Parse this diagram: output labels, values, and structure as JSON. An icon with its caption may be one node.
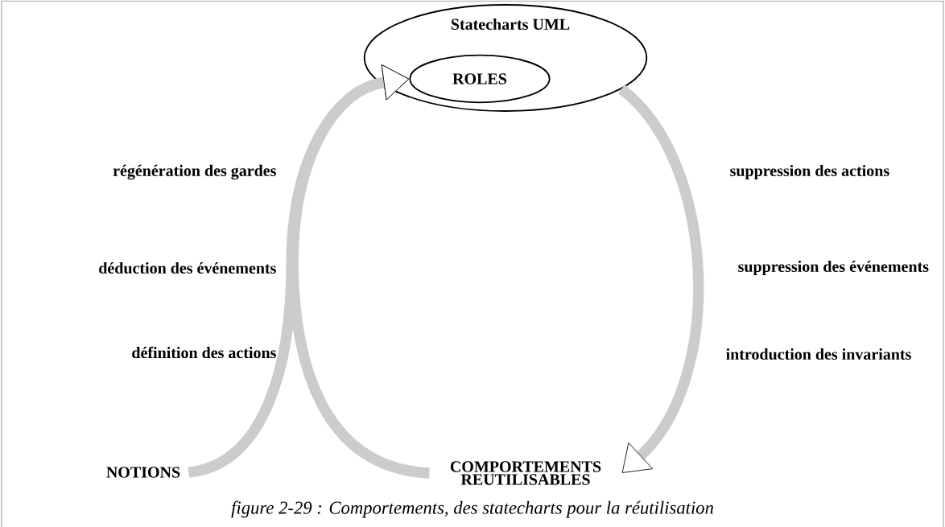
{
  "diagram": {
    "caption": "figure 2-29 : Comportements, des statecharts pour la réutilisation",
    "nodes": [
      {
        "text": [
          "Statecharts UML"
        ]
      },
      {
        "text": [
          "ROLES"
        ],
        "in": 0
      },
      {
        "text": [
          "NOTIONS"
        ]
      },
      {
        "text": [
          "COMPORTEMENTS REUTILISABLES"
        ]
      }
    ],
    "edges": [
      {
        "from": 2,
        "to": 1,
        "arrow": "to"
      },
      {
        "from": 3,
        "to": 1,
        "arrow": "to"
      },
      {
        "from": 0,
        "to": 3,
        "arrow": "to"
      }
    ],
    "labels": [
      "régénération des gardes",
      "suppression des actions",
      "déduction des événements",
      "suppression des événements",
      "définition des actions",
      "introduction des invariants"
    ]
  }
}
